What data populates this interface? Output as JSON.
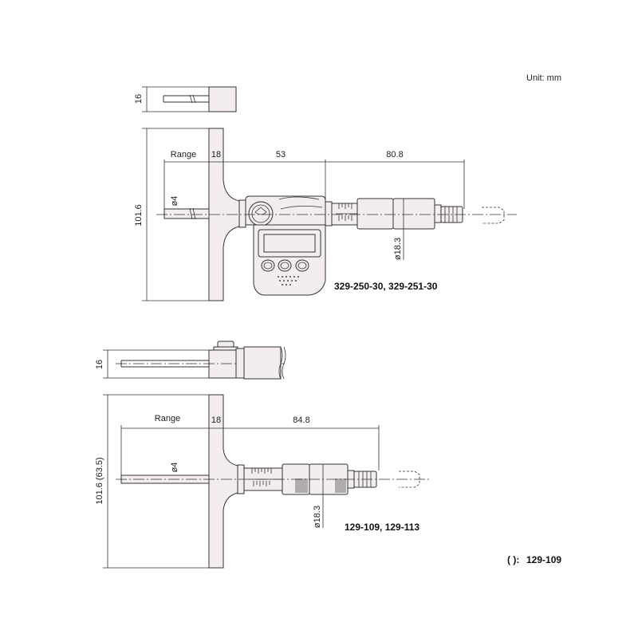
{
  "unit_label": "Unit: mm",
  "top": {
    "dim_thickness": "16",
    "dim_height": "101.6",
    "dim_range": "Range",
    "dim_base": "18",
    "dim_body": "53",
    "dim_thimble": "80.8",
    "dim_rod": "ø4",
    "dim_spindle": "ø18.3",
    "models": "329-250-30, 329-251-30"
  },
  "bottom": {
    "dim_thickness": "16",
    "dim_height": "101.6 (63.5)",
    "dim_range": "Range",
    "dim_base": "18",
    "dim_length": "84.8",
    "dim_rod": "ø4",
    "dim_spindle": "ø18.3",
    "models": "129-109, 129-113"
  },
  "footnote": {
    "paren": "(   ):",
    "model": "129-109"
  }
}
